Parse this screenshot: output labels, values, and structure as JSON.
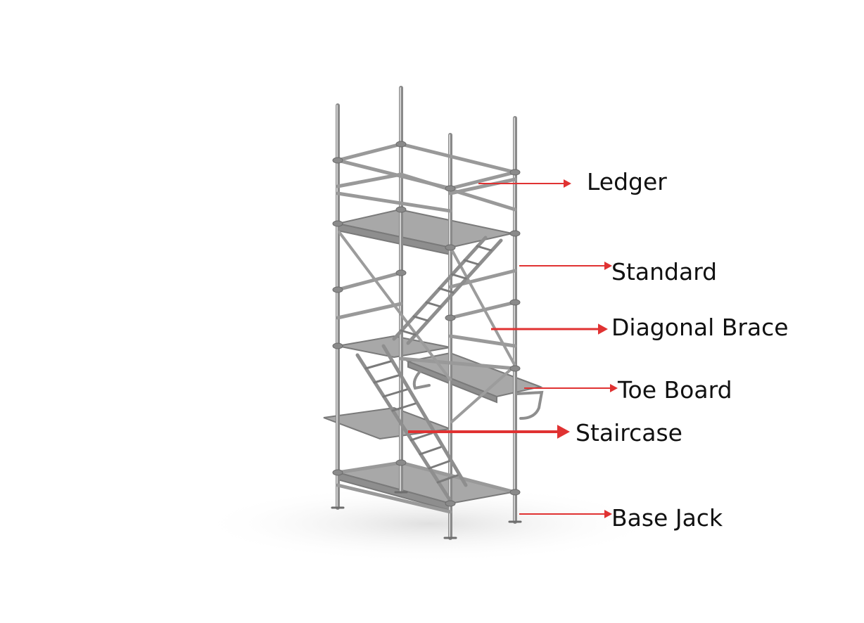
{
  "colors": {
    "steel": "#9a9a9a",
    "steel_dark": "#6d6d6d",
    "steel_light": "#c9c9c9",
    "deck": "#a3a3a3",
    "arrow": "#e03232",
    "text": "#111111",
    "background": "#ffffff"
  },
  "labels": {
    "ledger": "Ledger",
    "standard": "Standard",
    "diagonal_brace": "Diagonal Brace",
    "toe_board": "Toe Board",
    "staircase": "Staircase",
    "base_jack": "Base Jack"
  }
}
